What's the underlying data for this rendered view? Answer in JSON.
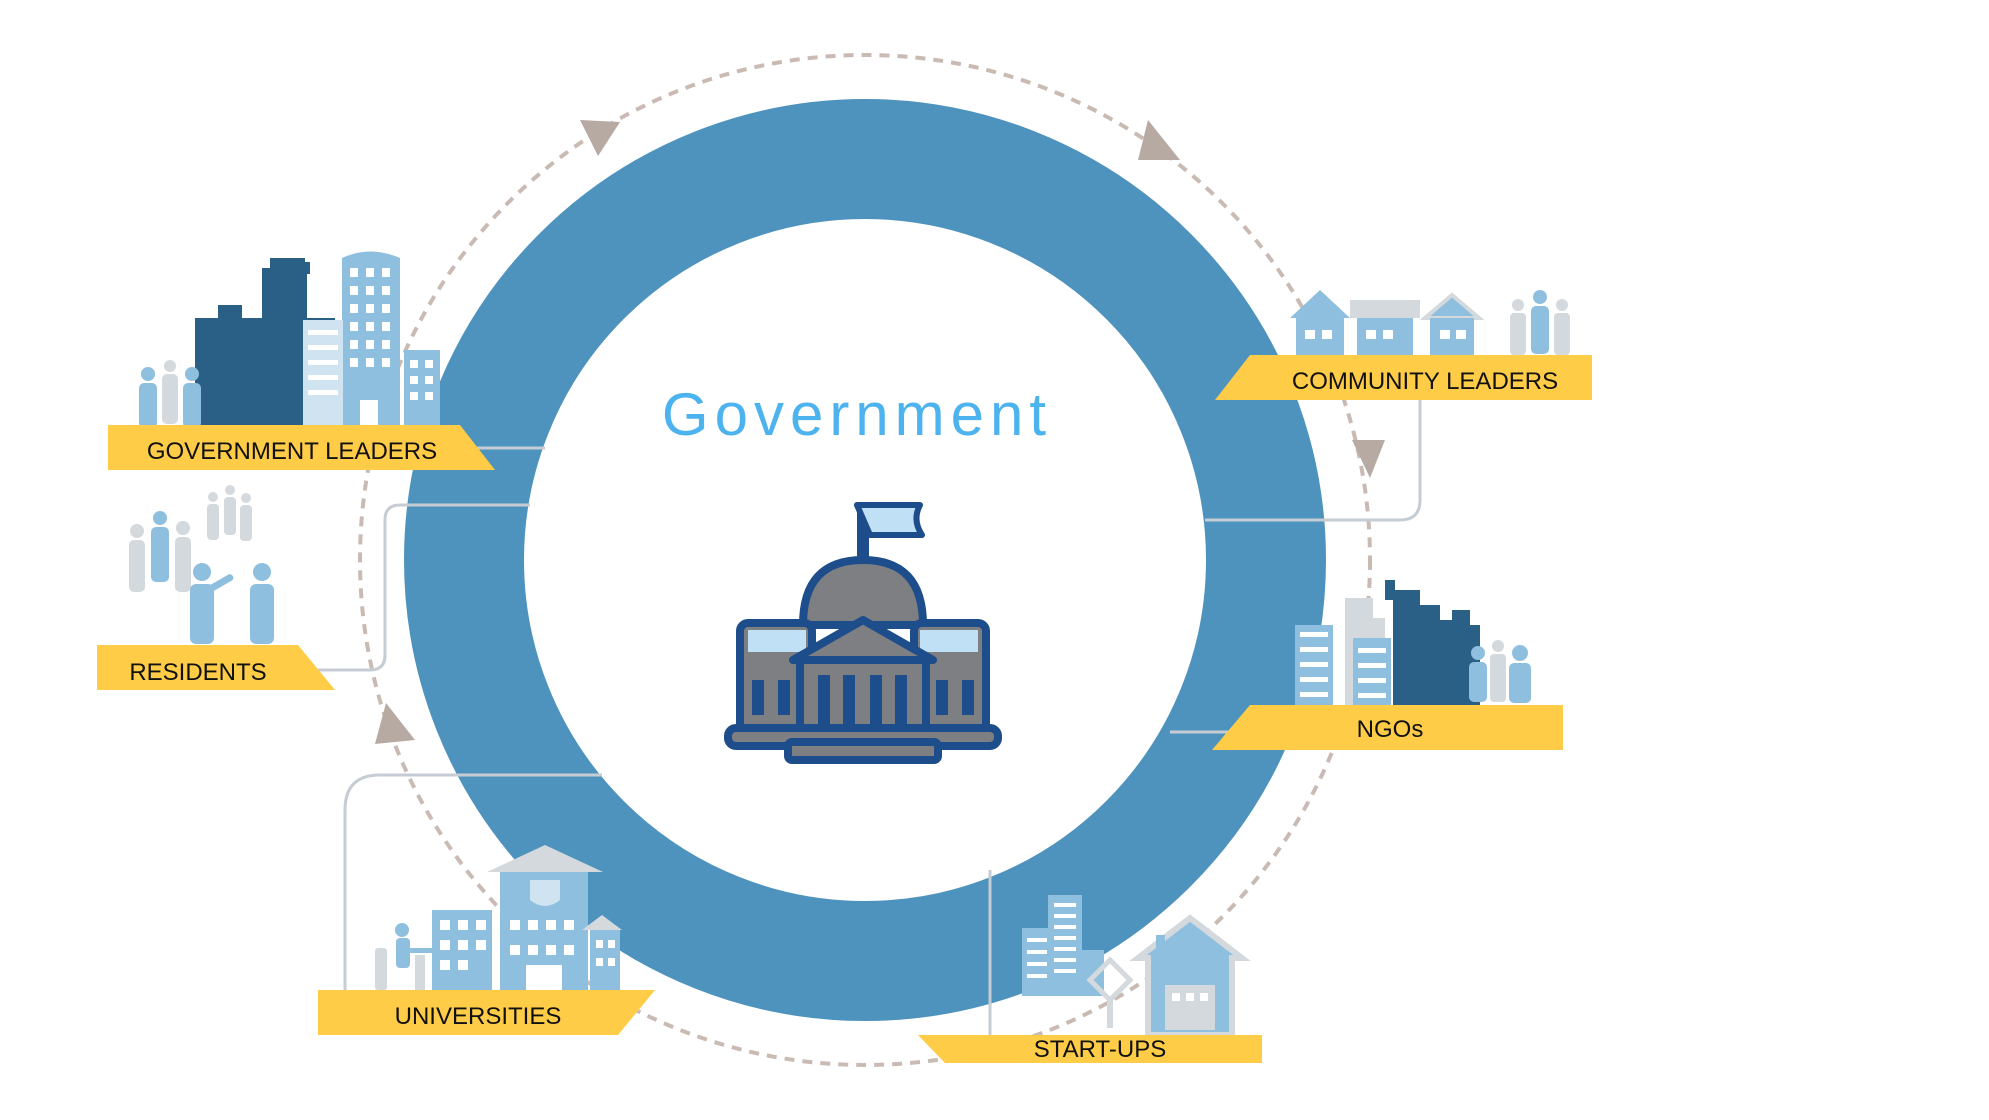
{
  "center": {
    "title": "Government",
    "icon": "government-building-icon"
  },
  "stakeholders": [
    {
      "label": "GOVERNMENT LEADERS",
      "icon": "city-skyline-icon"
    },
    {
      "label": "RESIDENTS",
      "icon": "people-group-icon"
    },
    {
      "label": "UNIVERSITIES",
      "icon": "university-campus-icon"
    },
    {
      "label": "START-UPS",
      "icon": "startup-buildings-icon"
    },
    {
      "label": "NGOs",
      "icon": "ngo-buildings-icon"
    },
    {
      "label": "COMMUNITY LEADERS",
      "icon": "houses-icon"
    }
  ],
  "colors": {
    "ring": "#4e93be",
    "title": "#4db3ee",
    "banner": "#fecc47",
    "dark_building": "#2a5f86",
    "light_building": "#8fbfdf",
    "pale_building": "#cfe3f1",
    "grey": "#d4d9dd",
    "dashed_arrow": "#c9bbb3",
    "connector": "#c5ccd3"
  }
}
